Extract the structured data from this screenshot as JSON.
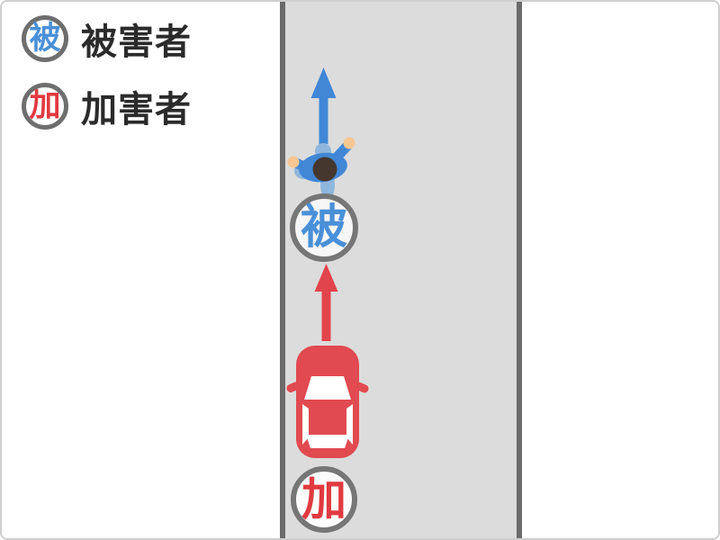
{
  "legend": {
    "items": [
      {
        "symbol": "被",
        "label": "被害者",
        "role": "victim",
        "color": "#4a90d8"
      },
      {
        "symbol": "加",
        "label": "加害者",
        "role": "attacker",
        "color": "#e03a40"
      }
    ]
  },
  "road": {
    "orientation": "vertical",
    "surface_color": "#dcdcdc",
    "edge_color": "#6b6b6b"
  },
  "actors": {
    "victim": {
      "symbol": "被",
      "figure": "pedestrian",
      "movement_direction": "up",
      "arrow_color": "#4187d6"
    },
    "attacker": {
      "symbol": "加",
      "figure": "car",
      "movement_direction": "up",
      "arrow_color": "#e2444c",
      "car_color": "#e04a50"
    }
  }
}
